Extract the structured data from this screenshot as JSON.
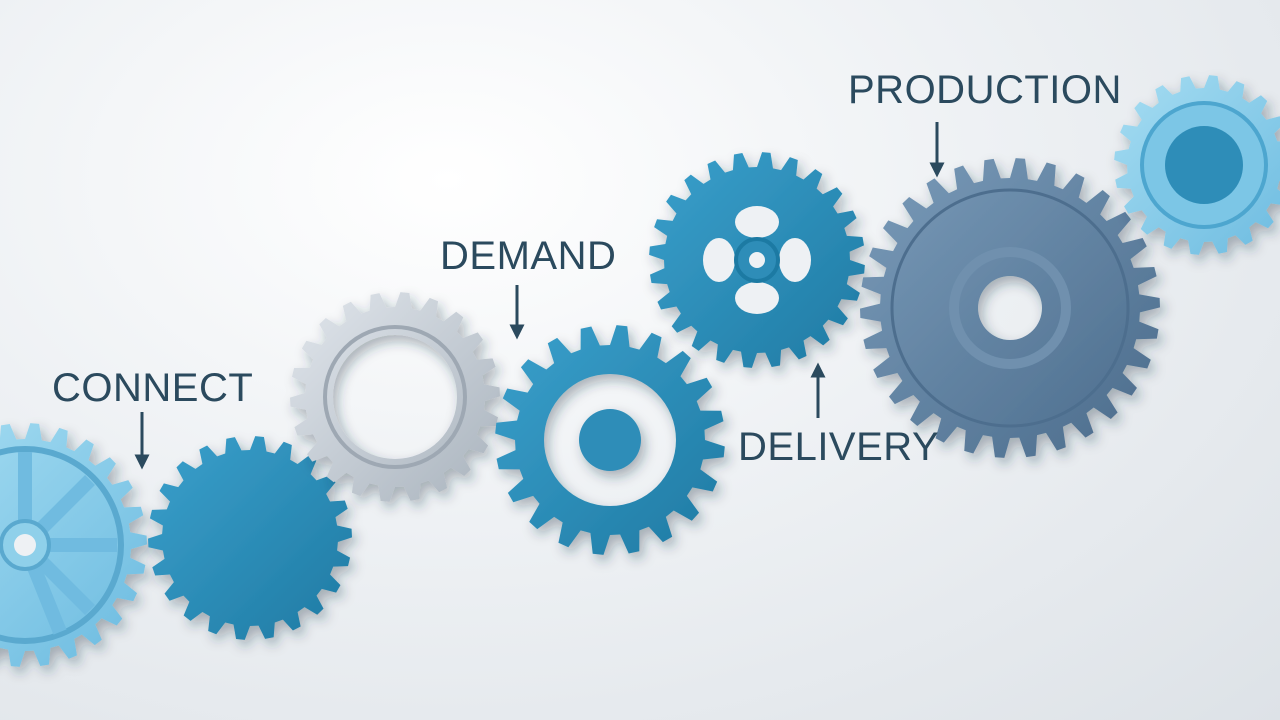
{
  "colors": {
    "label_text": "#2b4a5e",
    "arrow": "#2b4a5e",
    "gear_light_blue": "#8fd0ea",
    "gear_teal": "#2e8db8",
    "gear_silver": "#c8d0d8",
    "gear_dark_slate": "#5e7f9f",
    "background": "#eef1f4"
  },
  "labels": {
    "connect": "CONNECT",
    "demand": "DEMAND",
    "delivery": "DELIVERY",
    "production": "PRODUCTION"
  },
  "gears": [
    {
      "id": "connect-gear",
      "style": "light-blue-spoked"
    },
    {
      "id": "plain-teal-gear",
      "style": "teal-solid"
    },
    {
      "id": "silver-gear",
      "style": "silver-ring"
    },
    {
      "id": "demand-gear",
      "style": "teal-ring"
    },
    {
      "id": "delivery-gear",
      "style": "teal-four-holes"
    },
    {
      "id": "production-gear",
      "style": "dark-slate-large"
    },
    {
      "id": "top-right-gear",
      "style": "light-blue-ring"
    }
  ]
}
